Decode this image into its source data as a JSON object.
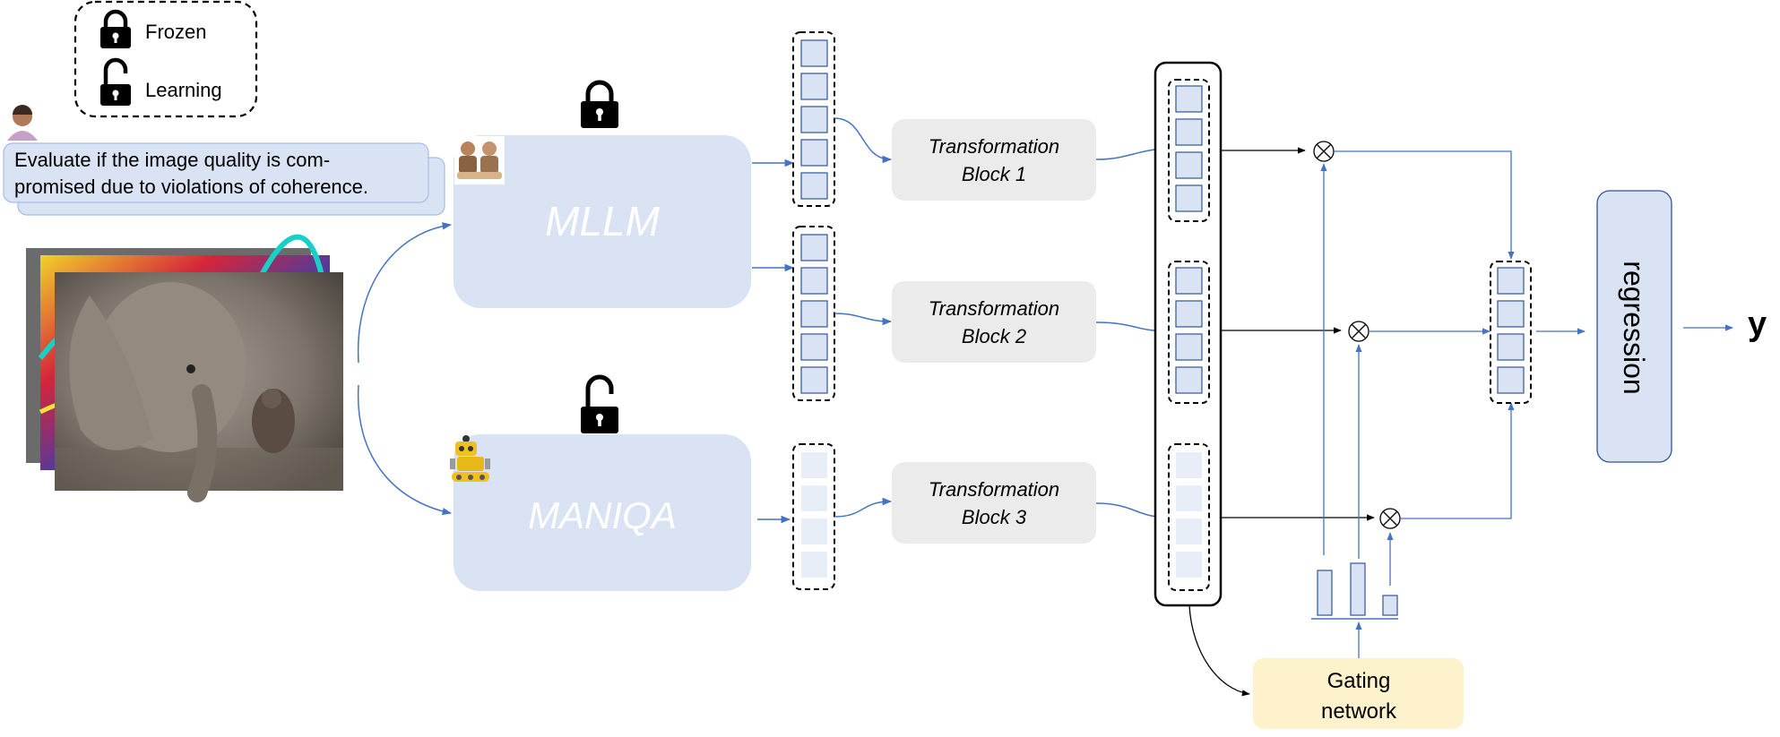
{
  "legend": {
    "frozen_label": "Frozen",
    "learning_label": "Learning"
  },
  "prompt": {
    "line1": "Evaluate if the image quality is com-",
    "line2": "promised due to violations of coherence."
  },
  "models": {
    "mllm_label": "MLLM",
    "maniqa_label": "MANIQA"
  },
  "blocks": [
    {
      "line1": "Transformation",
      "line2": "Block 1"
    },
    {
      "line1": "Transformation",
      "line2": "Block 2"
    },
    {
      "line1": "Transformation",
      "line2": "Block 3"
    }
  ],
  "gating": {
    "line1": "Gating",
    "line2": "network"
  },
  "regression_label": "regression",
  "output_label": "y",
  "gate_weights": [
    0.7,
    0.8,
    0.3
  ],
  "colors": {
    "model_box": "#dae3f3",
    "block_box": "#ebebeb",
    "gating_box": "#fdf2cc",
    "regression_box": "#dae3f3",
    "token_fill": "#dae3f3",
    "token_fill_light": "#e8eef8",
    "arrow_blue": "#4472c4"
  },
  "icons": [
    "lock-closed-icon",
    "lock-open-icon",
    "user-avatar-icon",
    "robot-icon"
  ]
}
